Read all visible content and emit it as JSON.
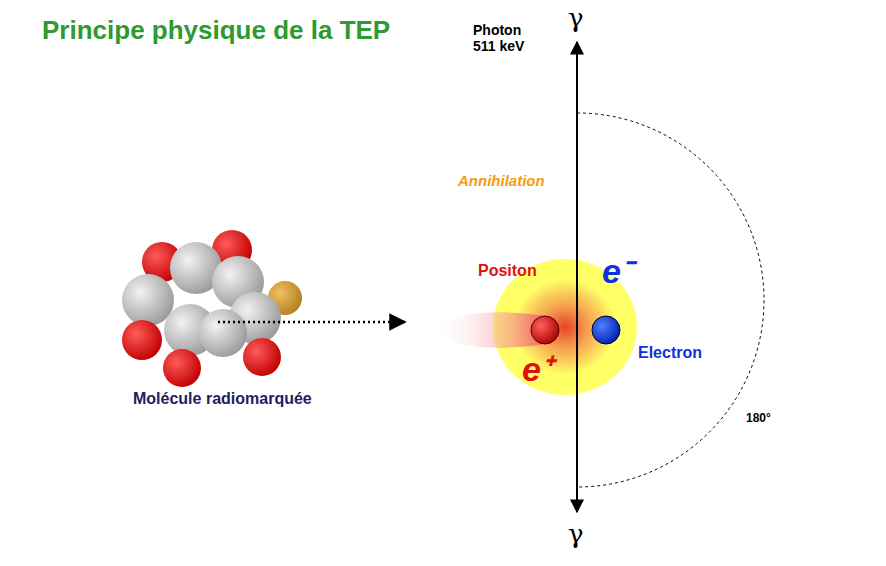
{
  "diagram": {
    "title": "Principe physique de la TEP",
    "labels": [
      "γ",
      "Photon 511 keV",
      "Annihilation",
      "Positon",
      "e⁻",
      "e⁺",
      "Electron",
      "Molécule radiomarquée",
      "180°",
      "γ"
    ]
  }
}
